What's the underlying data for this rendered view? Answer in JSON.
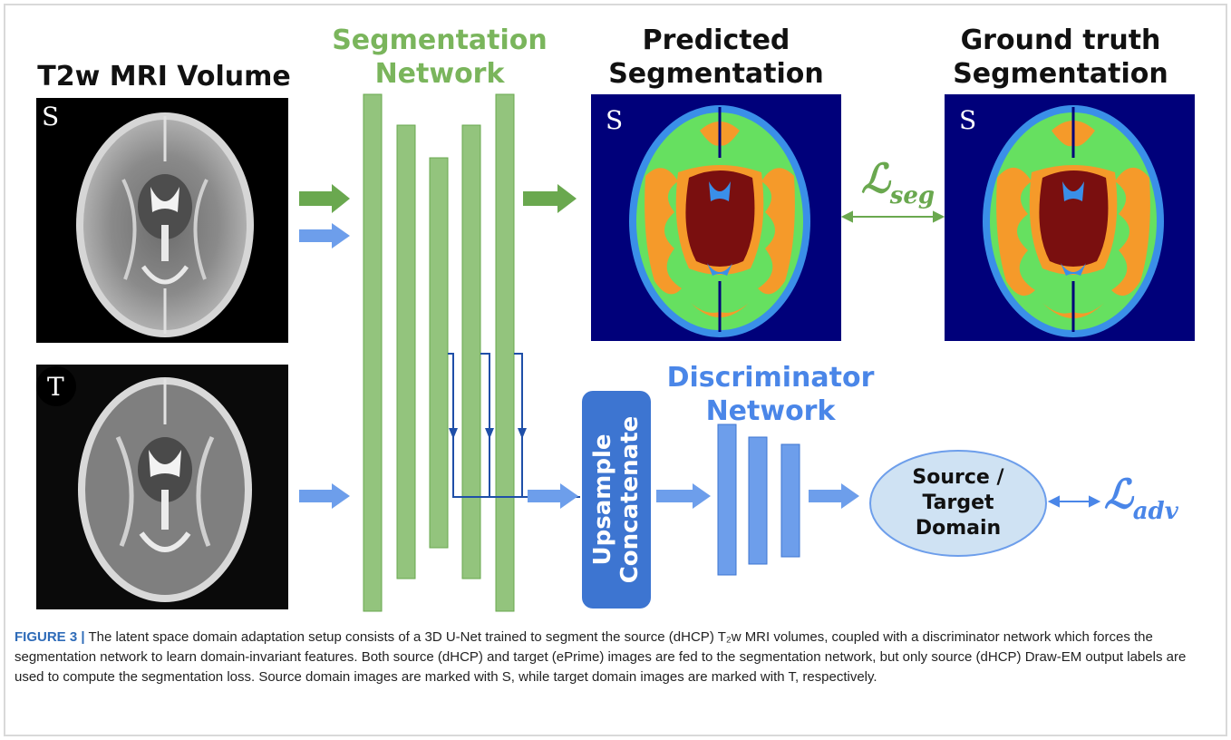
{
  "figure": {
    "titles": {
      "t2w": "T2w MRI Volume",
      "seg_net_line1": "Segmentation",
      "seg_net_line2": "Network",
      "pred_line1": "Predicted",
      "pred_line2": "Segmentation",
      "gt_line1": "Ground truth",
      "gt_line2": "Segmentation",
      "disc_line1": "Discriminator",
      "disc_line2": "Network"
    },
    "tags": {
      "source": "S",
      "target": "T"
    },
    "upsample_block": {
      "line1": "Upsample",
      "line2": "Concatenate"
    },
    "domain_ellipse": {
      "line1": "Source /",
      "line2": "Target",
      "line3": "Domain"
    },
    "loss_seg": {
      "symbol": "ℒ",
      "subscript": "seg"
    },
    "loss_adv": {
      "symbol": "ℒ",
      "subscript": "adv"
    },
    "colors": {
      "green": "#7ab55c",
      "green_fill": "#93c47d",
      "blue": "#4a86e8",
      "blue_dark": "#3d75d1",
      "seg_background": "#00007a",
      "seg_csf": "#3a8fe8",
      "seg_gm": "#f59a2a",
      "seg_wm": "#66e060",
      "seg_deep": "#7a0f0f"
    }
  },
  "caption": {
    "label": "FIGURE 3 |",
    "text": " The latent space domain adaptation setup consists of a 3D U-Net trained to segment the source (dHCP) T₂w MRI volumes, coupled with a discriminator network which forces the segmentation network to learn domain-invariant features. Both source (dHCP) and target (ePrime) images are fed to the segmentation network, but only source (dHCP) Draw-EM output labels are used to compute the segmentation loss. Source domain images are marked with S, while target domain images are marked with T, respectively."
  }
}
